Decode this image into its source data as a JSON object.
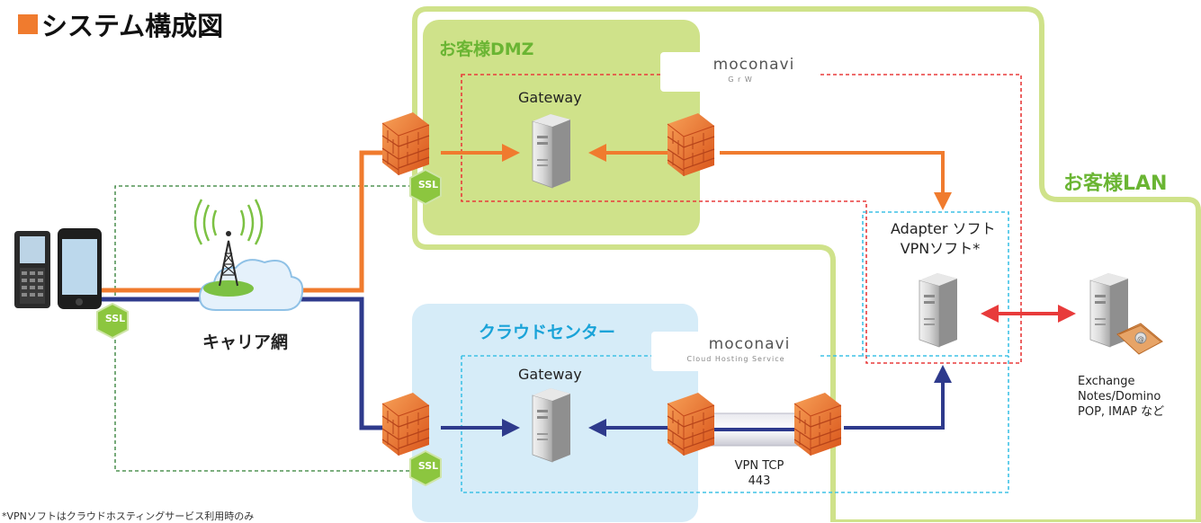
{
  "title": "システム構成図",
  "zones": {
    "dmz": "お客様DMZ",
    "lan": "お客様LAN",
    "cloud": "クラウドセンター"
  },
  "gateway_top": "Gateway",
  "gateway_bottom": "Gateway",
  "adapter_line1": "Adapter ソフト",
  "adapter_line2": "VPNソフト*",
  "carrier": "キャリア網",
  "ssl": "SSL",
  "vpn_line1": "VPN TCP",
  "vpn_line2": "443",
  "mail_line1": "Exchange",
  "mail_line2": "Notes/Domino",
  "mail_line3": "POP, IMAP など",
  "logo_name": "moconavi",
  "logo_sub_top": "G r W",
  "logo_sub_bottom": "Cloud Hosting Service",
  "footnote": "*VPNソフトはクラウドホスティングサービス利用時のみ",
  "colors": {
    "orange": "#f07b2e",
    "navy": "#2e3a8c",
    "dmz_green": "#cfe28a",
    "lan_border": "#cfe28a",
    "cloud_blue": "#d6ecf8",
    "zone_green_text": "#6ab533",
    "cloud_text": "#1aa3d8",
    "red_dash": "#e83b3b",
    "cyan_dash": "#3fc2e6",
    "green_dash": "#2e7d32",
    "red_arrow": "#e83b3b"
  }
}
